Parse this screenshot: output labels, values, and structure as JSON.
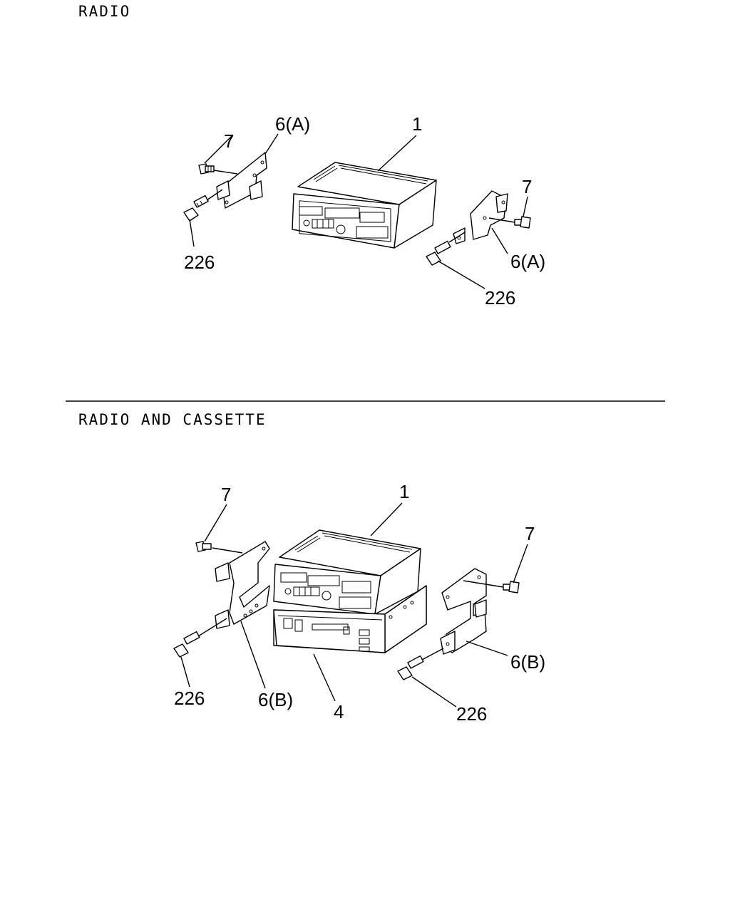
{
  "sections": {
    "top_title": "RADIO",
    "bottom_title": "RADIO AND CASSETTE"
  },
  "callouts": {
    "top": {
      "screw_left": "7",
      "bracket_left": "6(A)",
      "radio": "1",
      "bolt_left": "226",
      "screw_right": "7",
      "bracket_right": "6(A)",
      "bolt_right": "226"
    },
    "bottom": {
      "screw_left": "7",
      "radio": "1",
      "screw_right": "7",
      "bracket_right": "6(B)",
      "bolt_left": "226",
      "bracket_left": "6(B)",
      "cassette": "4",
      "bolt_right": "226"
    }
  }
}
